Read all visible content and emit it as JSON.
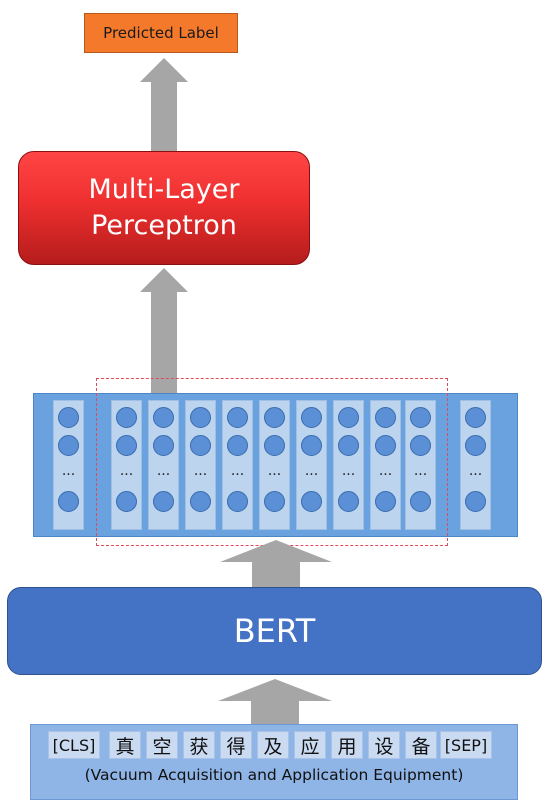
{
  "output_label": "Predicted Label",
  "mlp": {
    "line1": "Multi-Layer",
    "line2": "Perceptron"
  },
  "bert_label": "BERT",
  "embedding": {
    "ellipsis": "..."
  },
  "tokens": [
    "[CLS]",
    "真",
    "空",
    "获",
    "得",
    "及",
    "应",
    "用",
    "设",
    "备",
    "[SEP]"
  ],
  "caption": "(Vacuum Acquisition and Application Equipment)"
}
